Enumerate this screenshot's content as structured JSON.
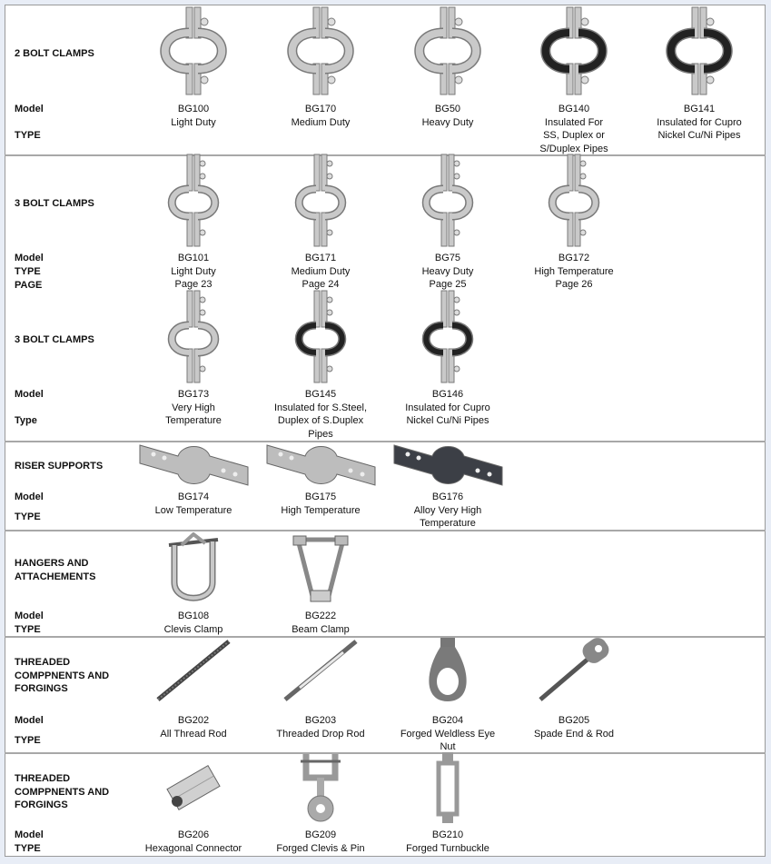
{
  "sections": [
    {
      "title": [
        "2 BOLT CLAMPS"
      ],
      "labels": [
        "Model",
        "TYPE"
      ],
      "items": [
        {
          "model": "BG100",
          "type": [
            "Light Duty"
          ],
          "icon": "two-bolt-clamp"
        },
        {
          "model": "BG170",
          "type": [
            "Medium Duty"
          ],
          "icon": "two-bolt-clamp"
        },
        {
          "model": "BG50",
          "type": [
            "Heavy Duty"
          ],
          "icon": "two-bolt-clamp-heavy"
        },
        {
          "model": "BG140",
          "type": [
            "Insulated For",
            "SS, Duplex or",
            "S/Duplex Pipes"
          ],
          "icon": "insulated-two-bolt-clamp"
        },
        {
          "model": "BG141",
          "type": [
            "Insulated for Cupro",
            "Nickel Cu/Ni Pipes"
          ],
          "icon": "insulated-two-bolt-clamp"
        }
      ]
    },
    {
      "title": [
        "3 BOLT CLAMPS"
      ],
      "labels": [
        "Model",
        "TYPE",
        "PAGE"
      ],
      "items": [
        {
          "model": "BG101",
          "type": [
            "Light Duty",
            "Page 23"
          ],
          "icon": "three-bolt-clamp"
        },
        {
          "model": "BG171",
          "type": [
            "Medium Duty",
            "Page 24"
          ],
          "icon": "three-bolt-clamp"
        },
        {
          "model": "BG75",
          "type": [
            "Heavy Duty",
            "Page 25"
          ],
          "icon": "three-bolt-clamp"
        },
        {
          "model": "BG172",
          "type": [
            "High Temperature",
            "Page 26"
          ],
          "icon": "three-bolt-clamp"
        }
      ]
    },
    {
      "title": [
        "3 BOLT CLAMPS"
      ],
      "labels": [
        "Model",
        "Type"
      ],
      "items": [
        {
          "model": "BG173",
          "type": [
            "Very High",
            "Temperature"
          ],
          "icon": "three-bolt-clamp"
        },
        {
          "model": "BG145",
          "type": [
            "Insulated for S.Steel,",
            "Duplex of S.Duplex",
            "Pipes"
          ],
          "icon": "insulated-three-bolt-clamp"
        },
        {
          "model": "BG146",
          "type": [
            "Insulated for Cupro",
            "Nickel Cu/Ni Pipes"
          ],
          "icon": "insulated-three-bolt-clamp"
        }
      ]
    },
    {
      "title": [
        "RISER SUPPORTS"
      ],
      "labels": [
        "Model",
        "TYPE"
      ],
      "items": [
        {
          "model": "BG174",
          "type": [
            "Low Temperature"
          ],
          "icon": "riser-clamp"
        },
        {
          "model": "BG175",
          "type": [
            "High Temperature"
          ],
          "icon": "riser-clamp"
        },
        {
          "model": "BG176",
          "type": [
            "Alloy Very High",
            "Temperature"
          ],
          "icon": "alloy-riser-clamp"
        }
      ]
    },
    {
      "title": [
        "HANGERS AND",
        "ATTACHEMENTS"
      ],
      "labels": [
        "Model",
        "TYPE"
      ],
      "items": [
        {
          "model": "BG108",
          "type": [
            "Clevis Clamp"
          ],
          "icon": "clevis-hanger"
        },
        {
          "model": "BG222",
          "type": [
            "Beam Clamp"
          ],
          "icon": "beam-clamp"
        }
      ]
    },
    {
      "title": [
        "THREADED",
        "COMPPNENTS AND",
        "FORGINGS"
      ],
      "labels": [
        "Model",
        "TYPE"
      ],
      "items": [
        {
          "model": "BG202",
          "type": [
            "All Thread Rod"
          ],
          "icon": "thread-rod"
        },
        {
          "model": "BG203",
          "type": [
            "Threaded Drop Rod"
          ],
          "icon": "drop-rod"
        },
        {
          "model": "BG204",
          "type": [
            "Forged Weldless Eye",
            "Nut"
          ],
          "icon": "eye-nut"
        },
        {
          "model": "BG205",
          "type": [
            "Spade End & Rod"
          ],
          "icon": "spade-rod"
        }
      ]
    },
    {
      "title": [
        "THREADED",
        "COMPPNENTS AND",
        "FORGINGS"
      ],
      "labels": [
        "Model",
        "TYPE"
      ],
      "items": [
        {
          "model": "BG206",
          "type": [
            "Hexagonal Connector"
          ],
          "icon": "hex-connector"
        },
        {
          "model": "BG209",
          "type": [
            "Forged Clevis & Pin"
          ],
          "icon": "clevis-pin"
        },
        {
          "model": "BG210",
          "type": [
            "Forged Turnbuckle"
          ],
          "icon": "turnbuckle"
        }
      ]
    }
  ]
}
